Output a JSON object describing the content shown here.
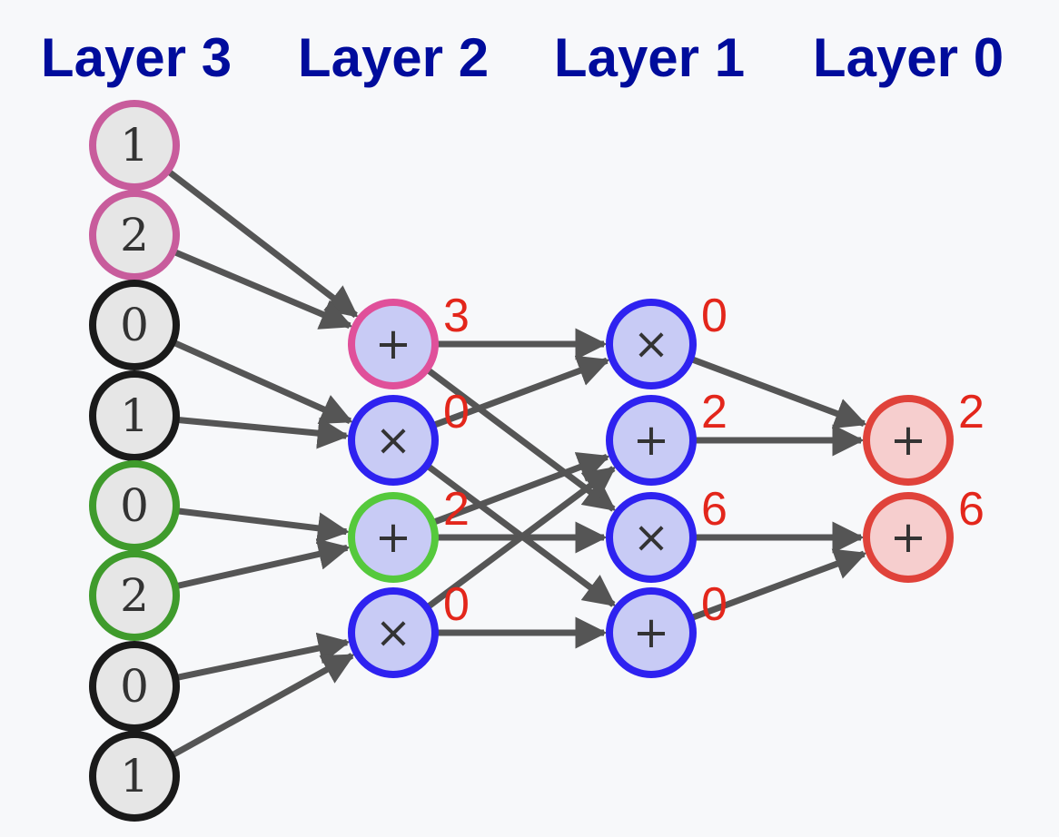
{
  "colors": {
    "title": "#000c9c",
    "edge": "#555555",
    "value": "#e3261b",
    "input_fill": "#e6e6e6",
    "gate_fill": "#c8cbf5",
    "output_fill": "#f6cece",
    "border_pink": "#c85c9c",
    "border_black": "#1a1a1a",
    "border_green": "#3f9b2c",
    "border_gate_pink": "#e0509a",
    "border_blue": "#2e22f0",
    "border_gate_green": "#55c93c",
    "border_red": "#e0423a"
  },
  "layers": [
    {
      "title": "Layer 3",
      "nodes": [
        {
          "symbol": "1",
          "kind": "input",
          "border": "border_pink"
        },
        {
          "symbol": "2",
          "kind": "input",
          "border": "border_pink"
        },
        {
          "symbol": "0",
          "kind": "input",
          "border": "border_black"
        },
        {
          "symbol": "1",
          "kind": "input",
          "border": "border_black"
        },
        {
          "symbol": "0",
          "kind": "input",
          "border": "border_green"
        },
        {
          "symbol": "2",
          "kind": "input",
          "border": "border_green"
        },
        {
          "symbol": "0",
          "kind": "input",
          "border": "border_black"
        },
        {
          "symbol": "1",
          "kind": "input",
          "border": "border_black"
        }
      ]
    },
    {
      "title": "Layer 2",
      "nodes": [
        {
          "symbol": "+",
          "kind": "gate",
          "border": "border_gate_pink",
          "value": "3"
        },
        {
          "symbol": "×",
          "kind": "gate",
          "border": "border_blue",
          "value": "0"
        },
        {
          "symbol": "+",
          "kind": "gate",
          "border": "border_gate_green",
          "value": "2"
        },
        {
          "symbol": "×",
          "kind": "gate",
          "border": "border_blue",
          "value": "0"
        }
      ]
    },
    {
      "title": "Layer 1",
      "nodes": [
        {
          "symbol": "×",
          "kind": "gate",
          "border": "border_blue",
          "value": "0"
        },
        {
          "symbol": "+",
          "kind": "gate",
          "border": "border_blue",
          "value": "2"
        },
        {
          "symbol": "×",
          "kind": "gate",
          "border": "border_blue",
          "value": "6"
        },
        {
          "symbol": "+",
          "kind": "gate",
          "border": "border_blue",
          "value": "0"
        }
      ]
    },
    {
      "title": "Layer 0",
      "nodes": [
        {
          "symbol": "+",
          "kind": "output",
          "border": "border_red",
          "value": "2"
        },
        {
          "symbol": "+",
          "kind": "output",
          "border": "border_red",
          "value": "6"
        }
      ]
    }
  ],
  "edges": [
    {
      "from": [
        0,
        0
      ],
      "to": [
        1,
        0
      ]
    },
    {
      "from": [
        0,
        1
      ],
      "to": [
        1,
        0
      ]
    },
    {
      "from": [
        0,
        2
      ],
      "to": [
        1,
        1
      ]
    },
    {
      "from": [
        0,
        3
      ],
      "to": [
        1,
        1
      ]
    },
    {
      "from": [
        0,
        4
      ],
      "to": [
        1,
        2
      ]
    },
    {
      "from": [
        0,
        5
      ],
      "to": [
        1,
        2
      ]
    },
    {
      "from": [
        0,
        6
      ],
      "to": [
        1,
        3
      ]
    },
    {
      "from": [
        0,
        7
      ],
      "to": [
        1,
        3
      ]
    },
    {
      "from": [
        1,
        0
      ],
      "to": [
        2,
        0
      ]
    },
    {
      "from": [
        1,
        0
      ],
      "to": [
        2,
        2
      ]
    },
    {
      "from": [
        1,
        1
      ],
      "to": [
        2,
        0
      ]
    },
    {
      "from": [
        1,
        1
      ],
      "to": [
        2,
        3
      ]
    },
    {
      "from": [
        1,
        2
      ],
      "to": [
        2,
        1
      ]
    },
    {
      "from": [
        1,
        2
      ],
      "to": [
        2,
        2
      ]
    },
    {
      "from": [
        1,
        3
      ],
      "to": [
        2,
        1
      ]
    },
    {
      "from": [
        1,
        3
      ],
      "to": [
        2,
        3
      ]
    },
    {
      "from": [
        2,
        0
      ],
      "to": [
        3,
        0
      ]
    },
    {
      "from": [
        2,
        1
      ],
      "to": [
        3,
        0
      ]
    },
    {
      "from": [
        2,
        2
      ],
      "to": [
        3,
        1
      ]
    },
    {
      "from": [
        2,
        3
      ],
      "to": [
        3,
        1
      ]
    }
  ]
}
